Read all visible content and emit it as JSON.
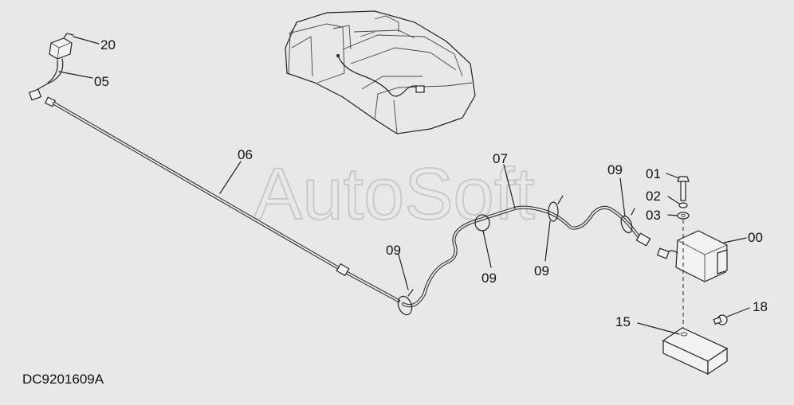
{
  "watermark": "AutoSoft",
  "drawing_code": "DC9201609A",
  "callouts": {
    "c20": "20",
    "c05": "05",
    "c06": "06",
    "c07": "07",
    "c09a": "09",
    "c09b": "09",
    "c09c": "09",
    "c09d": "09",
    "c01": "01",
    "c02": "02",
    "c03": "03",
    "c00": "00",
    "c18": "18",
    "c15": "15"
  }
}
